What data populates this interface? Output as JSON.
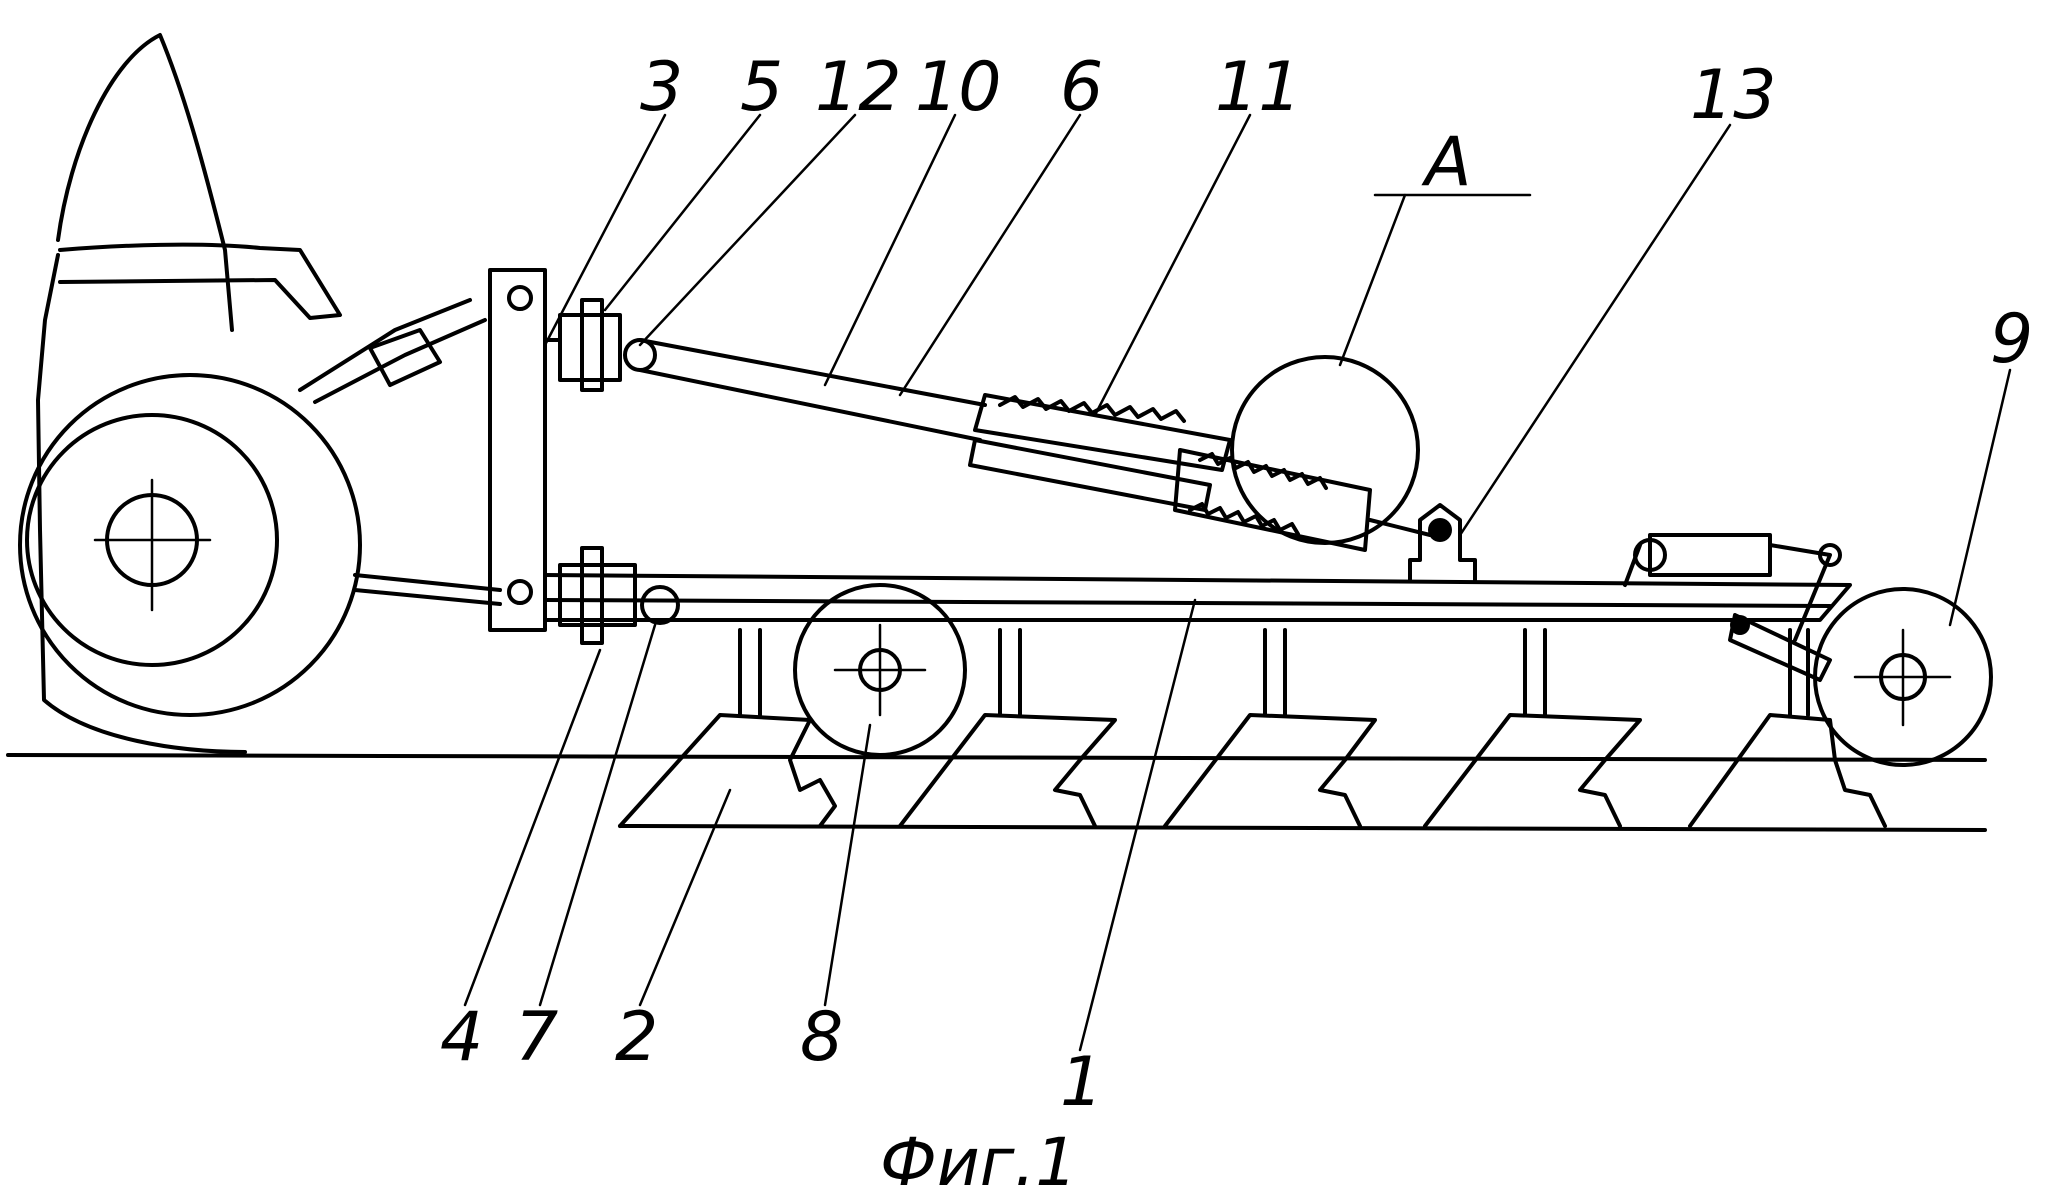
{
  "figure": {
    "caption": "Фиг.1",
    "callouts": {
      "c1": "1",
      "c2": "2",
      "c3": "3",
      "c4": "4",
      "c5": "5",
      "c6": "6",
      "c7": "7",
      "c8": "8",
      "c9": "9",
      "c10": "10",
      "c11": "11",
      "c12": "12",
      "c13": "13",
      "cA": "A"
    }
  }
}
